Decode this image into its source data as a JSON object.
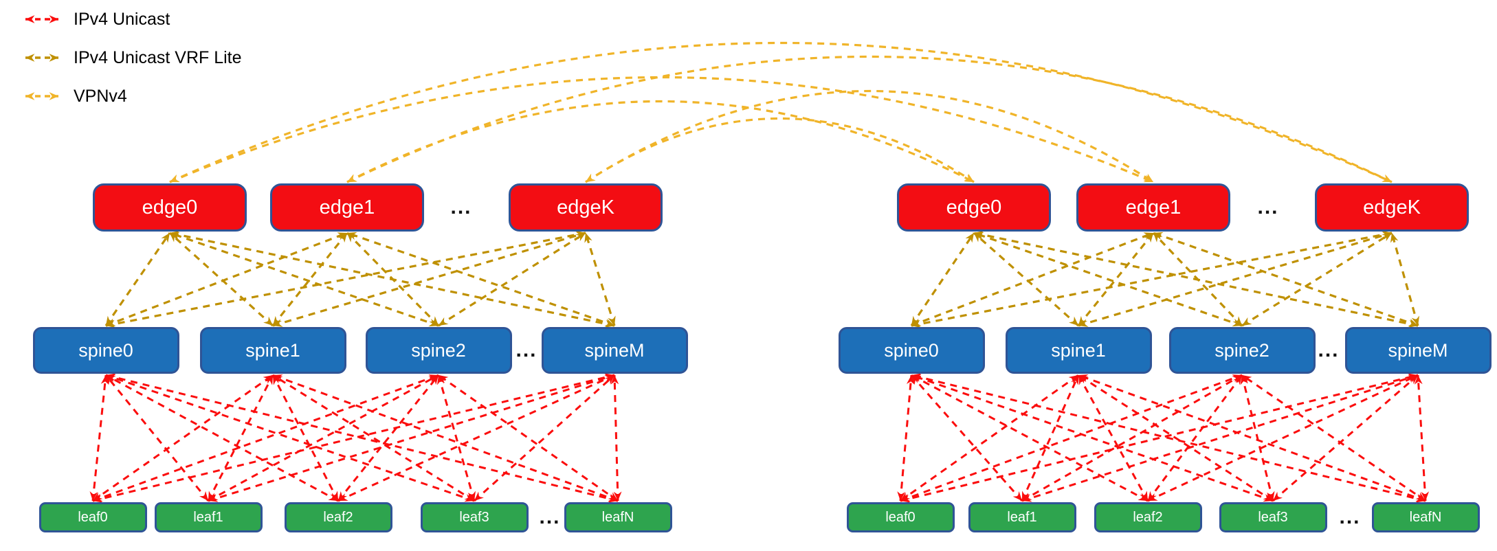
{
  "legend": {
    "items": [
      {
        "id": "ipv4-unicast",
        "label": "IPv4 Unicast",
        "color": "#fb0d0d"
      },
      {
        "id": "ipv4-unicast-vrf-lite",
        "label": "IPv4 Unicast VRF Lite",
        "color": "#bf9000"
      },
      {
        "id": "vpnv4",
        "label": "VPNv4",
        "color": "#f0b429"
      }
    ]
  },
  "ellipsis": "...",
  "nodes": {
    "edge_labels": [
      "edge0",
      "edge1",
      "edgeK"
    ],
    "spine_labels": [
      "spine0",
      "spine1",
      "spine2",
      "spineM"
    ],
    "leaf_labels": [
      "leaf0",
      "leaf1",
      "leaf2",
      "leaf3",
      "leafN"
    ]
  },
  "pods": [
    {
      "id": "pod0"
    },
    {
      "id": "pod1"
    }
  ],
  "styles": {
    "edge_fill": "#f30d13",
    "spine_fill": "#1d6fb8",
    "leaf_fill": "#2ea44e",
    "node_border": "#2f5496",
    "node_text": "#ffffff",
    "background": "#ffffff"
  },
  "topology": {
    "ipv4_unicast": {
      "color_ref": "ipv4-unicast",
      "rule": "full mesh: every leaf to every spine within each pod"
    },
    "ipv4_unicast_vrf_lite": {
      "color_ref": "ipv4-unicast-vrf-lite",
      "rule": "full mesh: every spine to every edge within each pod"
    },
    "vpnv4": {
      "color_ref": "vpnv4",
      "pairs": [
        [
          "pod0.edge0",
          "pod1.edge1"
        ],
        [
          "pod0.edge1",
          "pod1.edge0"
        ],
        [
          "pod0.edge1",
          "pod1.edgeK"
        ],
        [
          "pod0.edgeK",
          "pod1.edge0"
        ],
        [
          "pod0.edge0",
          "pod1.edgeK"
        ],
        [
          "pod0.edgeK",
          "pod1.edge1"
        ]
      ]
    }
  }
}
